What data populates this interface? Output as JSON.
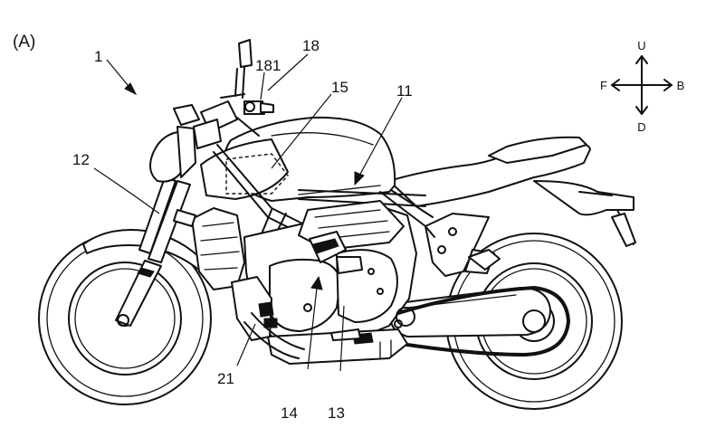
{
  "figure": {
    "panel_label": "(A)",
    "reference_numerals": {
      "motorcycle": "1",
      "fuel_tank": "11",
      "front_fork": "12",
      "engine": "13",
      "intake": "14",
      "air_cleaner": "15",
      "handlebar": "18",
      "grip": "181",
      "exhaust": "21"
    },
    "direction_indicator": {
      "up": "U",
      "down": "D",
      "front": "F",
      "back": "B"
    }
  }
}
